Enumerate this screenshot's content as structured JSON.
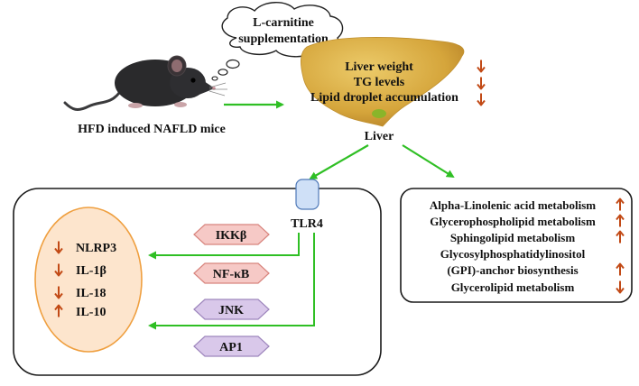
{
  "thought_bubble": "L-carnitine supplementation",
  "thought_lines": [
    "L-carnitine",
    "supplementation"
  ],
  "mouse_label": "HFD induced NAFLD mice",
  "liver_label": "Liver",
  "liver_effects": [
    {
      "text": "Liver weight",
      "direction": "down"
    },
    {
      "text": "TG levels",
      "direction": "down"
    },
    {
      "text": "Lipid droplet accumulation",
      "direction": "down"
    }
  ],
  "receptor_label": "TLR4",
  "signaling": [
    "IKKβ",
    "NF-κB",
    "JNK",
    "AP1"
  ],
  "cytokines": [
    {
      "text": "NLRP3",
      "direction": "down"
    },
    {
      "text": "IL-1β",
      "direction": "down"
    },
    {
      "text": "IL-18",
      "direction": "down"
    },
    {
      "text": "IL-10",
      "direction": "up"
    }
  ],
  "metabolism": [
    {
      "text": "Alpha-Linolenic acid metabolism",
      "direction": "up"
    },
    {
      "text": "Glycerophospholipid metabolism",
      "direction": "up"
    },
    {
      "text": "Sphingolipid metabolism",
      "direction": "up"
    },
    {
      "text": "Glycosylphosphatidylinositol",
      "direction": null
    },
    {
      "text": "(GPI)-anchor biosynthesis",
      "direction": "up"
    },
    {
      "text": "Glycerolipid metabolism",
      "direction": "down"
    }
  ],
  "colors": {
    "arrow_green": "#2fbf24",
    "regulation_arrow": "#c24a16",
    "liver": "#d5a53b",
    "liver_light": "#e6c25c",
    "gallbladder": "#8ab52a",
    "kinase_fill": "#f6c9c6",
    "kinase_stroke": "#d8847d",
    "tf_fill": "#d9c8ea",
    "tf_stroke": "#9e86bd",
    "cytokine_fill": "#fde5cd",
    "cytokine_stroke": "#ef9f3f",
    "receptor_fill": "#cfe0f7",
    "receptor_stroke": "#4f79b8",
    "mouse": "#2a2a2c",
    "mouse_ear": "#d49aa0"
  }
}
